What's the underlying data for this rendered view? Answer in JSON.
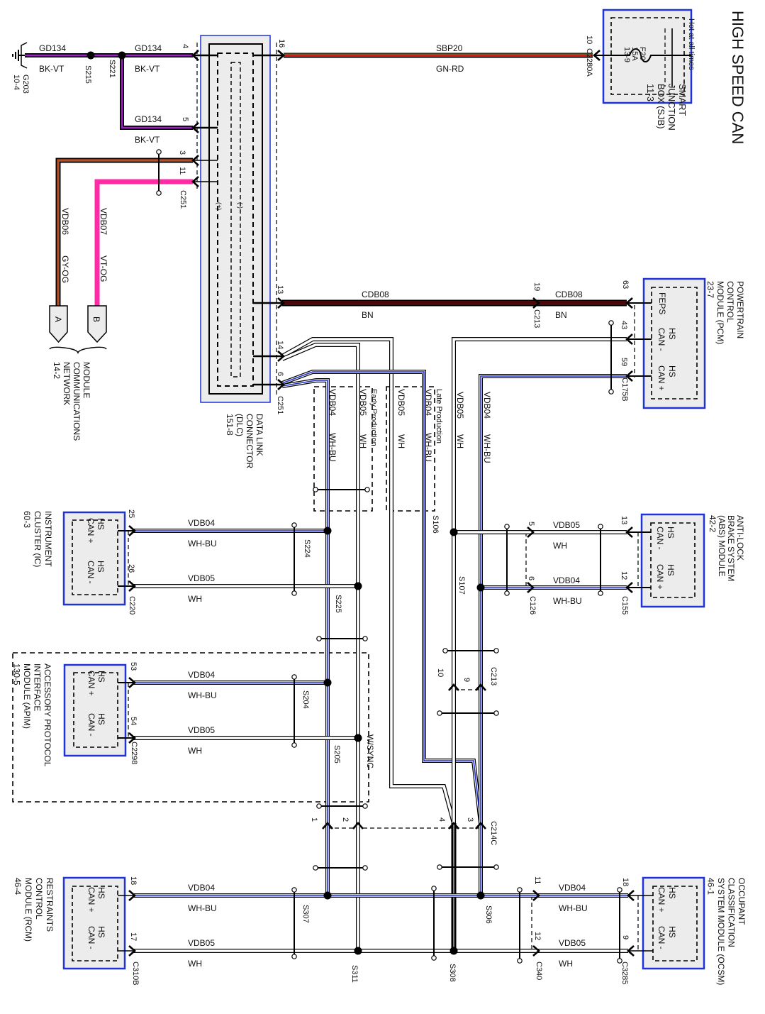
{
  "title": "HIGH SPEED CAN",
  "colors": {
    "module_border": "#1f33d6",
    "module_fill": "#ececec",
    "gd134": "#a020c8",
    "sbp20": "#e01414",
    "sbp20_stripe": "#12a040",
    "cdb08": "#4a0a0a",
    "vdb06": "#b0502a",
    "vdb07": "#ff2aa6",
    "vdb04_stripe": "#1f2fd0",
    "wire_outline": "#000000"
  },
  "wires": {
    "gd134": {
      "circuit": "GD134",
      "color": "BK-VT"
    },
    "sbp20": {
      "circuit": "SBP20",
      "color": "GN-RD"
    },
    "cdb08": {
      "circuit": "CDB08",
      "color": "BN"
    },
    "vdb06": {
      "circuit": "VDB06",
      "color": "GY-OG"
    },
    "vdb07": {
      "circuit": "VDB07",
      "color": "VT-OG"
    },
    "vdb04": {
      "circuit": "VDB04",
      "color": "WH-BU"
    },
    "vdb05": {
      "circuit": "VDB05",
      "color": "WH"
    }
  },
  "ground": {
    "name": [
      "G203",
      "10-4"
    ]
  },
  "splices": {
    "s215": "S215",
    "s221": "S221",
    "s224": "S224",
    "s225": "S225",
    "s204": "S204",
    "s205": "S205",
    "s307": "S307",
    "s311": "S311",
    "s106": "S106",
    "s107": "S107",
    "s306": "S306",
    "s308": "S308"
  },
  "sjb": {
    "name": [
      "SMART",
      "JUNCTION",
      "BOX (SJB)",
      "11-3"
    ],
    "note": "Hot at all times",
    "fuse": [
      "F20",
      "15A",
      "13-9"
    ],
    "connector": "C2280A",
    "pin": "10"
  },
  "dlc": {
    "name": [
      "DATA LINK",
      "CONNECTOR",
      "(DLC)",
      "151-8"
    ],
    "plus": "(+)",
    "minus": "(-)",
    "connector_left": "C251",
    "connector_right": "C251",
    "pins": {
      "p4": "4",
      "p5": "5",
      "p3": "3",
      "p11": "11",
      "p16": "16",
      "p13": "13",
      "p14": "14",
      "p6": "6"
    }
  },
  "mcn": {
    "name": [
      "MODULE",
      "COMMUNICATIONS",
      "NETWORK",
      "14-2"
    ],
    "pin_a": "A",
    "pin_b": "B"
  },
  "pcm": {
    "name": [
      "POWERTRAIN",
      "CONTROL",
      "MODULE (PCM)",
      "23-7"
    ],
    "feps": "FEPS",
    "can_minus": [
      "HS",
      "CAN -"
    ],
    "can_plus": [
      "HS",
      "CAN +"
    ],
    "pins": {
      "p63": "63",
      "p43": "43",
      "p59": "59"
    },
    "connector": "C175B"
  },
  "c213_inline": {
    "connector": "C213",
    "pin": "19"
  },
  "production": {
    "early": "Early Production",
    "late": "Late Production"
  },
  "abs": {
    "name": [
      "ANTI-LOCK",
      "BRAKE SYSTEM",
      "(ABS) MODULE",
      "42-2"
    ],
    "can_minus": [
      "HS",
      "CAN -"
    ],
    "can_plus": [
      "HS",
      "CAN +"
    ],
    "pins": {
      "p13": "13",
      "p12": "12"
    },
    "connector": "C155",
    "inline_connector": "C126",
    "inline_pins": {
      "p5": "5",
      "p6": "6"
    }
  },
  "c213": {
    "connector": "C213",
    "p10": "10",
    "p9": "9"
  },
  "c214c": {
    "connector": "C214C",
    "p1": "1",
    "p2": "2",
    "p3": "3",
    "p4": "4"
  },
  "ic": {
    "name": [
      "INSTRUMENT",
      "CLUSTER (IC)",
      "60-3"
    ],
    "can_plus": [
      "HS",
      "CAN +"
    ],
    "can_minus": [
      "HS",
      "CAN -"
    ],
    "pins": {
      "p25": "25",
      "p26": "26"
    },
    "connector": "C220"
  },
  "apim": {
    "name": [
      "ACCESSORY PROTOCOL",
      "INTERFACE",
      "MODULE (APIM)",
      "130-5"
    ],
    "can_plus": [
      "HS",
      "CAN +"
    ],
    "can_minus": [
      "HS",
      "CAN -"
    ],
    "pins": {
      "p53": "53",
      "p54": "54"
    },
    "connector": "C2298",
    "option": "W/SYNC"
  },
  "rcm": {
    "name": [
      "RESTRAINTS",
      "CONTROL",
      "MODULE (RCM)",
      "46-4"
    ],
    "can_plus": [
      "HS",
      "CAN +"
    ],
    "can_minus": [
      "HS",
      "CAN -"
    ],
    "pins": {
      "p18": "18",
      "p17": "17"
    },
    "connector": "C310B"
  },
  "ocsm": {
    "name": [
      "OCCUPANT",
      "CLASSIFICATION",
      "SYSTEM MODULE (OCSM)",
      "46-1"
    ],
    "can_plus": [
      "HS",
      "CAN +"
    ],
    "can_minus": [
      "HS",
      "CAN -"
    ],
    "pins": {
      "p18": "18",
      "p9": "9"
    },
    "connector": "C3285",
    "inline_connector": "C340",
    "inline_pins": {
      "p11": "11",
      "p12": "12"
    }
  }
}
